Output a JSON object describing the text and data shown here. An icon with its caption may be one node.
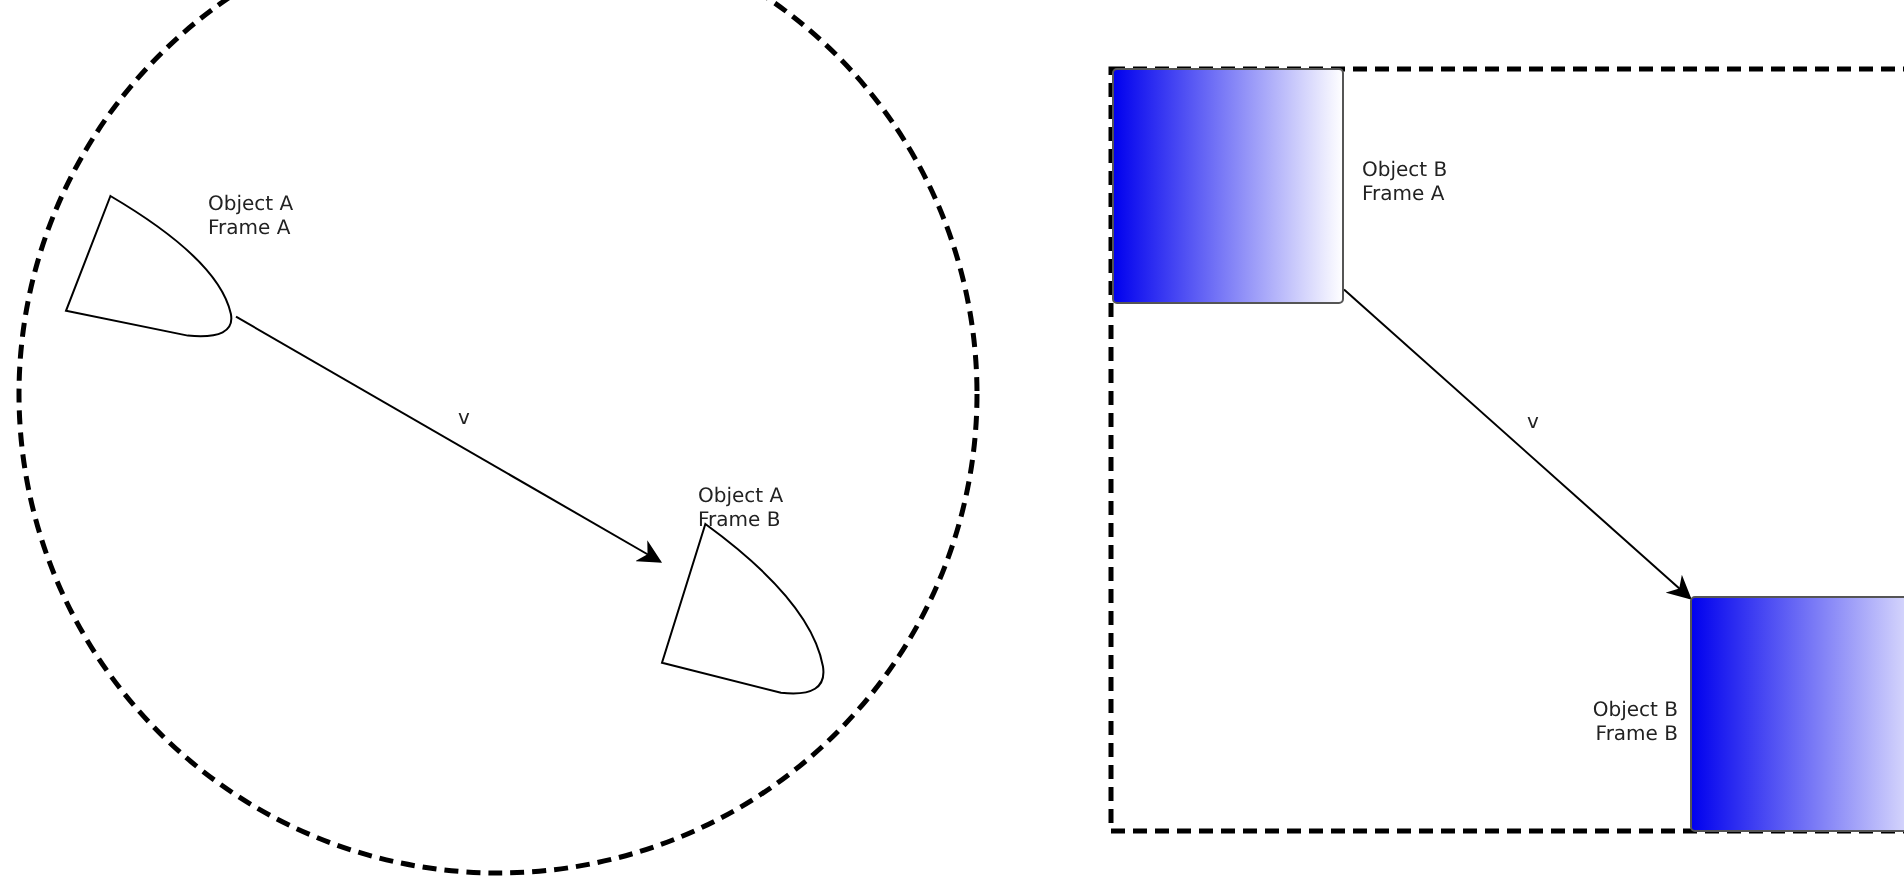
{
  "diagram": {
    "nodes": [
      {
        "text": [],
        "shape": "circle"
      },
      {
        "text": [],
        "shape": "cone",
        "in": 0,
        "beside": [
          "Object A Frame A"
        ]
      },
      {
        "text": [],
        "shape": "cone",
        "in": 0,
        "beside": [
          "Object A Frame B"
        ]
      },
      {
        "text": [],
        "shape": "box"
      },
      {
        "text": [],
        "shape": "box",
        "in": 3,
        "beside": [
          "Object B Frame A"
        ]
      },
      {
        "text": [],
        "shape": "box",
        "in": 3,
        "beside": [
          "Object B Frame B"
        ]
      }
    ],
    "edges": [
      {
        "from": 1,
        "to": 2,
        "arrow": "to",
        "label": "v"
      },
      {
        "from": 4,
        "to": 5,
        "arrow": "to",
        "label": "v"
      }
    ]
  }
}
